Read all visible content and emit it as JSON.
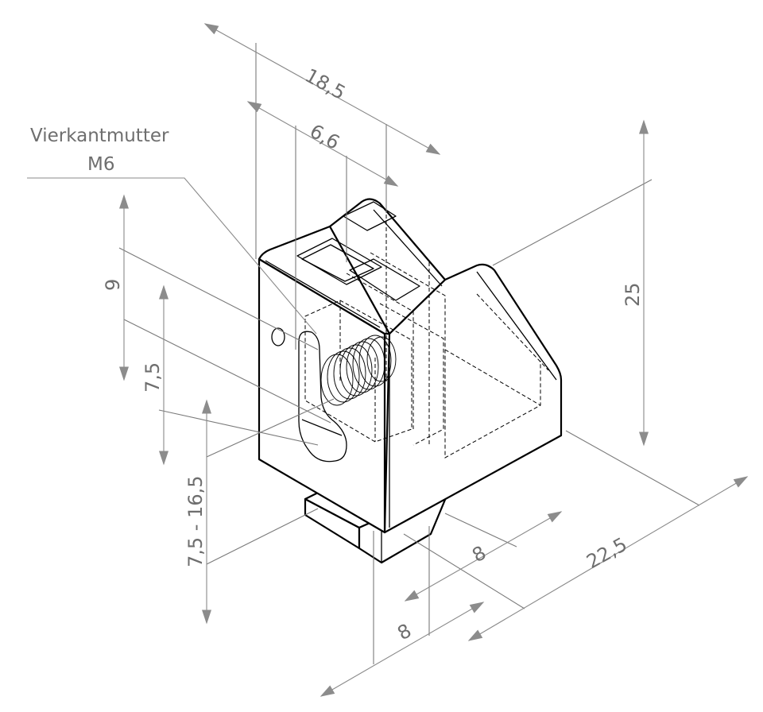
{
  "callout": {
    "line1": "Vierkantmutter",
    "line2": "M6"
  },
  "dimensions": {
    "d_18_5": "18,5",
    "d_6_6": "6,6",
    "d_25": "25",
    "d_9": "9",
    "d_7_5": "7,5",
    "d_7_5_16_5": "7,5 - 16,5",
    "d_8_upper": "8",
    "d_8_lower": "8",
    "d_22_5": "22,5"
  },
  "colors": {
    "line": "#000000",
    "dimension": "#8a8a8a",
    "text": "#6e6e6e",
    "background": "#ffffff"
  }
}
